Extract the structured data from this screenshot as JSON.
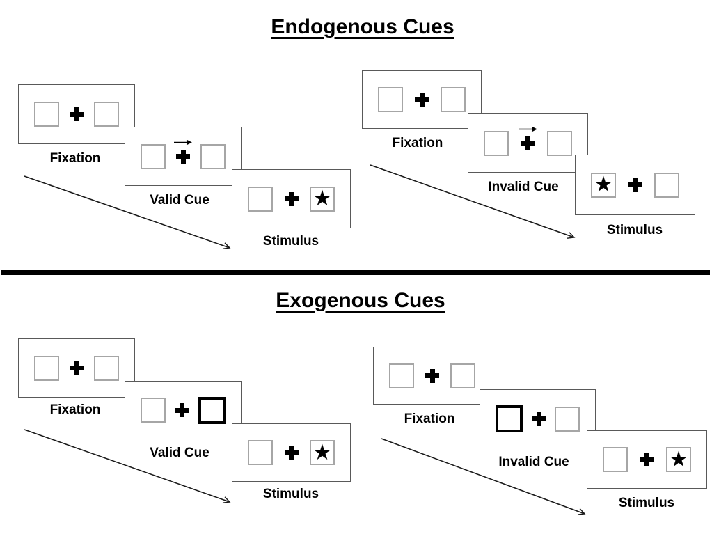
{
  "glyphs": {
    "star": "★"
  },
  "colors": {
    "background": "#ffffff",
    "panel_border": "#595959",
    "box_border": "#a6a6a6",
    "highlight_border": "#000000",
    "ink": "#000000"
  },
  "sections": [
    {
      "title": "Endogenous Cues",
      "groups": [
        {
          "name": "valid",
          "panels": [
            {
              "label": "Fixation",
              "left_box": "empty",
              "center": "fixation-cross",
              "right_box": "empty"
            },
            {
              "label": "Valid Cue",
              "left_box": "empty",
              "center": "fixation-cross-with-right-arrow-above",
              "right_box": "empty"
            },
            {
              "label": "Stimulus",
              "left_box": "empty",
              "center": "fixation-cross",
              "right_box": "star"
            }
          ]
        },
        {
          "name": "invalid",
          "panels": [
            {
              "label": "Fixation",
              "left_box": "empty",
              "center": "fixation-cross",
              "right_box": "empty"
            },
            {
              "label": "Invalid Cue",
              "left_box": "empty",
              "center": "fixation-cross-with-right-arrow-above",
              "right_box": "empty"
            },
            {
              "label": "Stimulus",
              "left_box": "star",
              "center": "fixation-cross",
              "right_box": "empty"
            }
          ]
        }
      ]
    },
    {
      "title": "Exogenous Cues",
      "groups": [
        {
          "name": "valid",
          "panels": [
            {
              "label": "Fixation",
              "left_box": "empty",
              "center": "fixation-cross",
              "right_box": "empty"
            },
            {
              "label": "Valid Cue",
              "left_box": "empty",
              "center": "fixation-cross",
              "right_box": "highlighted-empty"
            },
            {
              "label": "Stimulus",
              "left_box": "empty",
              "center": "fixation-cross",
              "right_box": "star"
            }
          ]
        },
        {
          "name": "invalid",
          "panels": [
            {
              "label": "Fixation",
              "left_box": "empty",
              "center": "fixation-cross",
              "right_box": "empty"
            },
            {
              "label": "Invalid Cue",
              "left_box": "highlighted-empty",
              "center": "fixation-cross",
              "right_box": "empty"
            },
            {
              "label": "Stimulus",
              "left_box": "empty",
              "center": "fixation-cross",
              "right_box": "star"
            }
          ]
        }
      ]
    }
  ]
}
